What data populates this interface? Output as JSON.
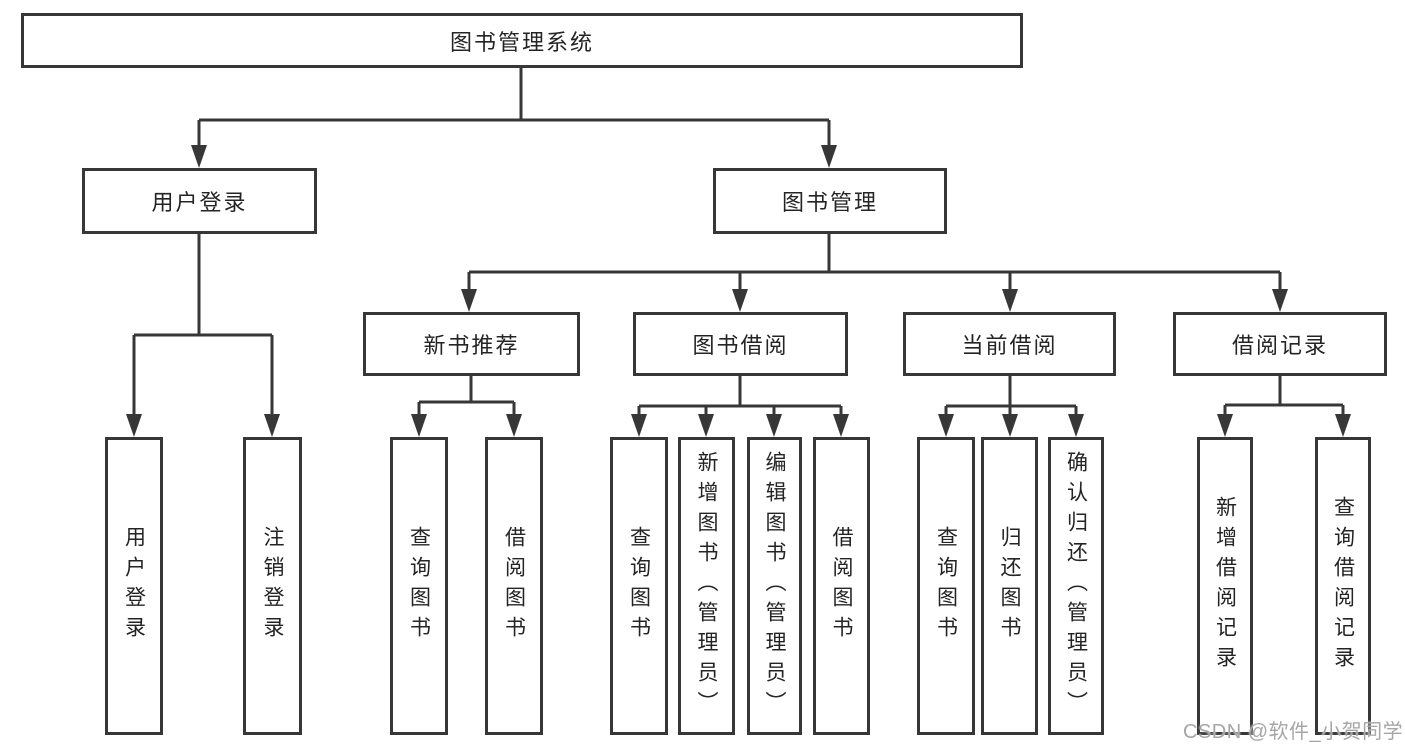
{
  "diagram": {
    "root": {
      "label": "图书管理系统"
    },
    "level2": [
      {
        "label": "用户登录"
      },
      {
        "label": "图书管理"
      }
    ],
    "level3": [
      {
        "label": "新书推荐",
        "parent": "图书管理"
      },
      {
        "label": "图书借阅",
        "parent": "图书管理"
      },
      {
        "label": "当前借阅",
        "parent": "图书管理"
      },
      {
        "label": "借阅记录",
        "parent": "图书管理"
      }
    ],
    "leaves": [
      {
        "label": "用户登录",
        "parent": "用户登录"
      },
      {
        "label": "注销登录",
        "parent": "用户登录"
      },
      {
        "label": "查询图书",
        "parent": "新书推荐"
      },
      {
        "label": "借阅图书",
        "parent": "新书推荐"
      },
      {
        "label": "查询图书",
        "parent": "图书借阅"
      },
      {
        "label": "新增图书（管理员）",
        "parent": "图书借阅"
      },
      {
        "label": "编辑图书（管理员）",
        "parent": "图书借阅"
      },
      {
        "label": "借阅图书",
        "parent": "图书借阅"
      },
      {
        "label": "查询图书",
        "parent": "当前借阅"
      },
      {
        "label": "归还图书",
        "parent": "当前借阅"
      },
      {
        "label": "确认归还（管理员）",
        "parent": "当前借阅"
      },
      {
        "label": "新增借阅记录",
        "parent": "借阅记录"
      },
      {
        "label": "查询借阅记录",
        "parent": "借阅记录"
      }
    ]
  },
  "watermark": {
    "text": "CSDN @软件_小贺同学"
  },
  "colors": {
    "line": "#373737",
    "text": "#242424",
    "watermark": "#a6a6a6",
    "background": "#ffffff"
  }
}
